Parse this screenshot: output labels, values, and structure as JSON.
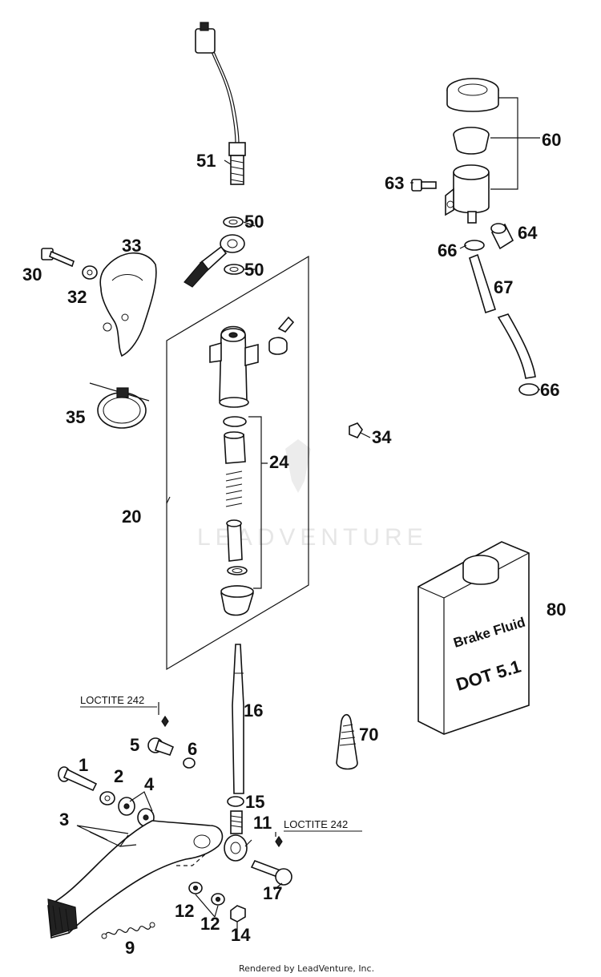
{
  "parts": {
    "p1": "1",
    "p2": "2",
    "p3": "3",
    "p4": "4",
    "p5": "5",
    "p6": "6",
    "p9": "9",
    "p11": "11",
    "p12a": "12",
    "p12b": "12",
    "p14": "14",
    "p15": "15",
    "p16": "16",
    "p17": "17",
    "p20": "20",
    "p24": "24",
    "p30": "30",
    "p32": "32",
    "p33": "33",
    "p34": "34",
    "p35": "35",
    "p50a": "50",
    "p50b": "50",
    "p51": "51",
    "p60": "60",
    "p63": "63",
    "p64": "64",
    "p66a": "66",
    "p66b": "66",
    "p67": "67",
    "p70": "70",
    "p80": "80"
  },
  "loctite": {
    "a": "LOCTITE 242",
    "b": "LOCTITE 242"
  },
  "container": {
    "line1": "Brake Fluid",
    "line2": "DOT 5.1"
  },
  "watermark": "LEADVENTURE",
  "footer": "Rendered by LeadVenture, Inc."
}
